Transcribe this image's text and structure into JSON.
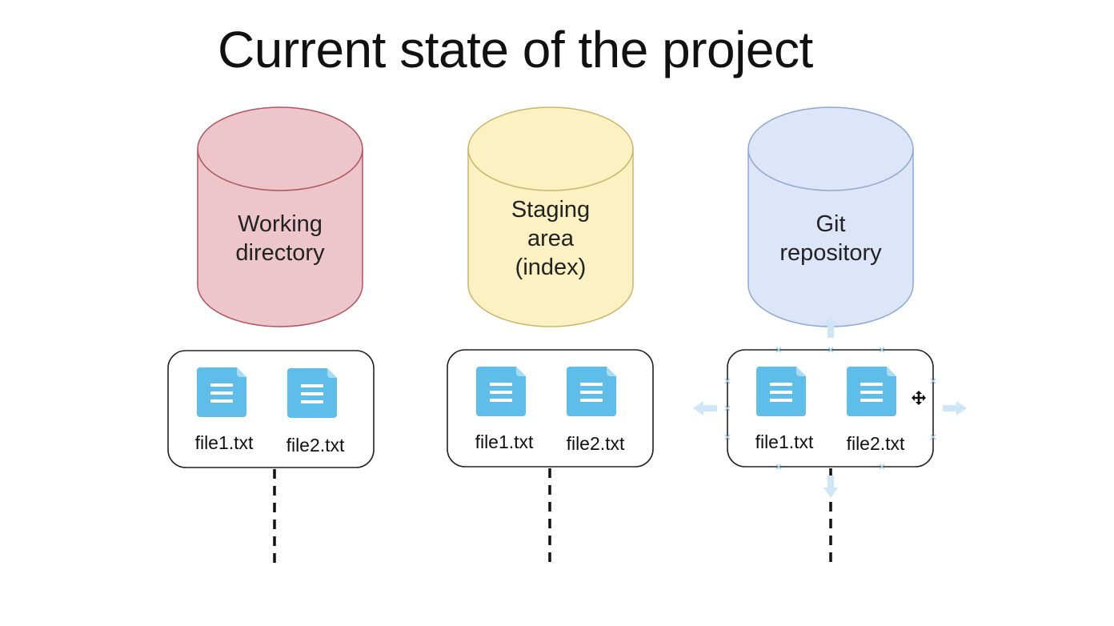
{
  "title": "Current state of the project",
  "colors": {
    "working_fill": "#edc6cc",
    "working_stroke": "#b1555f",
    "staging_fill": "#fbf1c2",
    "staging_stroke": "#cdb468",
    "repo_fill": "#dde6f8",
    "repo_stroke": "#8fa7d4",
    "file_icon": "#5fbde9",
    "handle": "#cfe6f6"
  },
  "areas": [
    {
      "label_lines": [
        "Working",
        "directory"
      ],
      "files": [
        "file1.txt",
        "file2.txt"
      ]
    },
    {
      "label_lines": [
        "Staging",
        "area",
        "(index)"
      ],
      "files": [
        "file1.txt",
        "file2.txt"
      ]
    },
    {
      "label_lines": [
        "Git",
        "repository"
      ],
      "files": [
        "file1.txt",
        "file2.txt"
      ]
    }
  ],
  "icons": {
    "file": "document-icon",
    "move_cursor": "move-cursor-icon",
    "selection_arrows": "resize-arrow-icon"
  }
}
